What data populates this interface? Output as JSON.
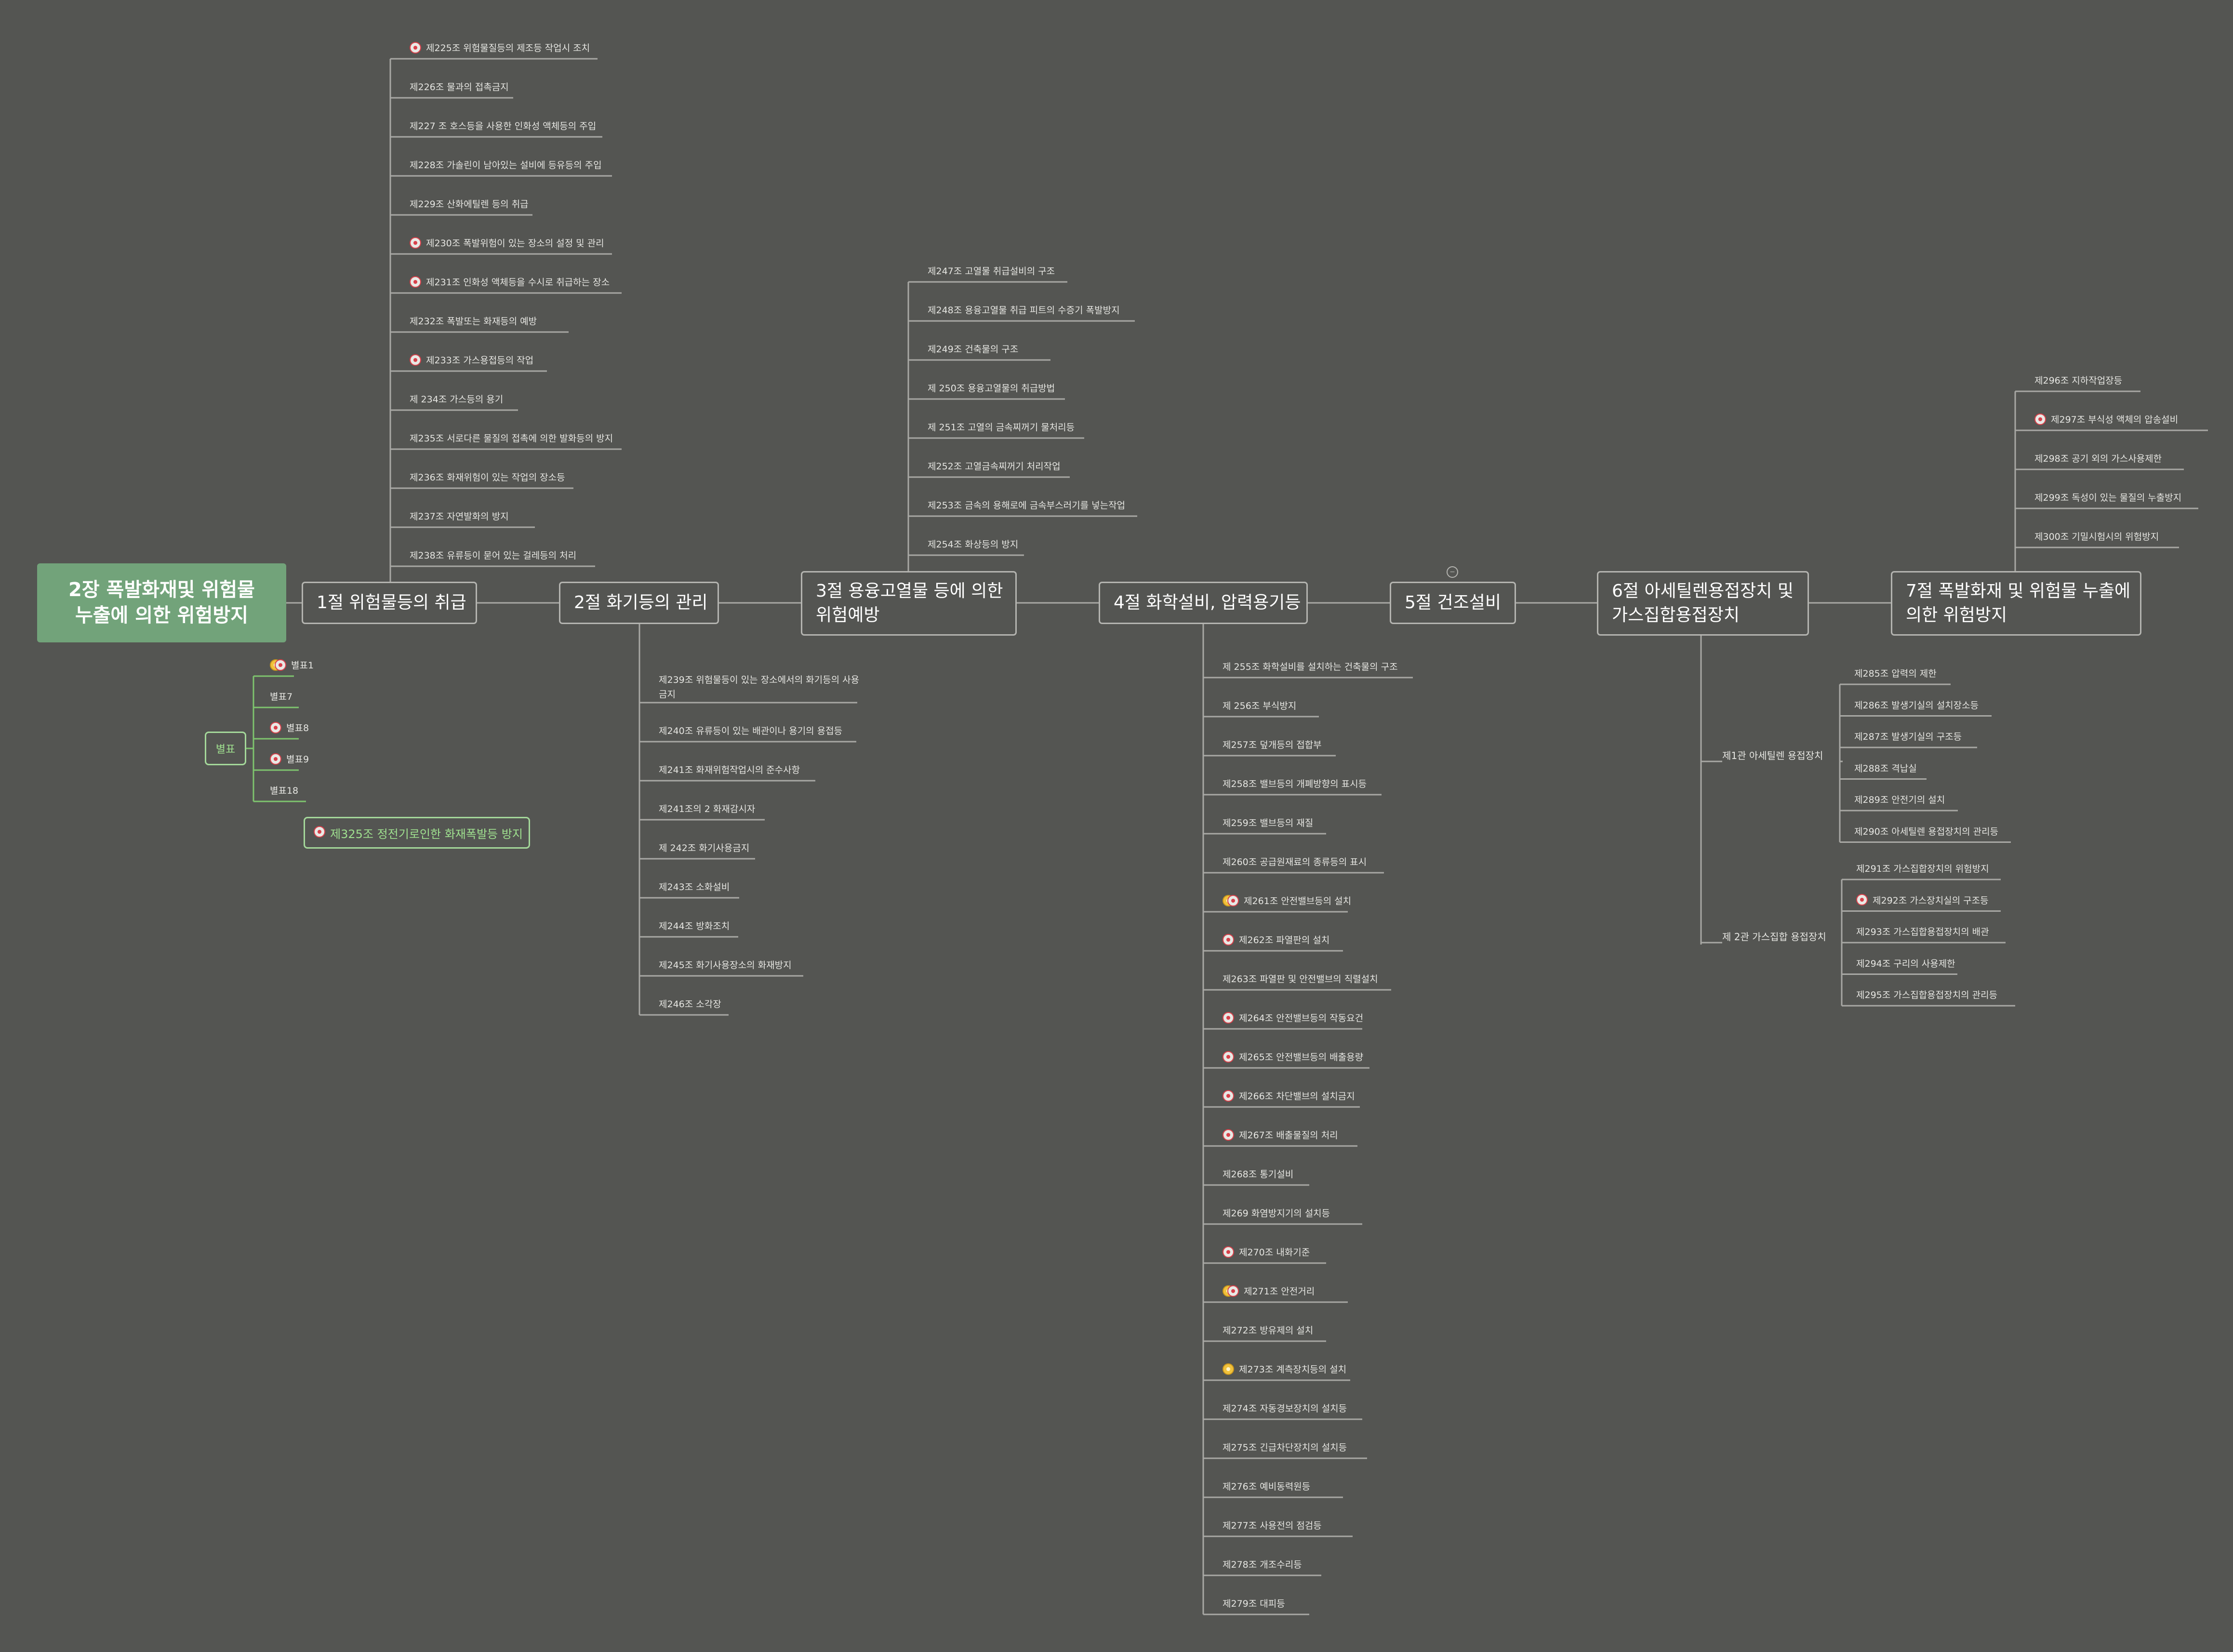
{
  "root": {
    "line1": "2장 폭발화재및 위험물",
    "line2": "누출에 의한 위험방지"
  },
  "sections": {
    "s1": "1절 위험물등의 취급",
    "s2": "2절 화기등의 관리",
    "s3_1": "3절 용융고열물 등에 의한",
    "s3_2": "위험예방",
    "s4": "4절 화학설비, 압력용기등",
    "s5": "5절 건조설비",
    "s6_1": "6절 아세틸렌용접장치 및",
    "s6_2": "가스집합용접장치",
    "s7_1": "7절 폭발화재 및 위험물 누출에",
    "s7_2": "의한 위험방지"
  },
  "s1_items": [
    {
      "text": "제225조 위험물질등의 제조등 작업시 조치",
      "icon": "red"
    },
    {
      "text": "제226조 물과의 접촉금지",
      "icon": ""
    },
    {
      "text": "제227 조 호스등을 사용한 인화성 액체등의 주입",
      "icon": ""
    },
    {
      "text": "제228조 가솔린이 남아있는 설비에 등유등의 주입",
      "icon": ""
    },
    {
      "text": "제229조 산화에틸렌 등의 취급",
      "icon": ""
    },
    {
      "text": "제230조 폭발위험이 있는 장소의 설정 및 관리",
      "icon": "red"
    },
    {
      "text": "제231조 인화성 액체등을 수시로 취급하는 장소",
      "icon": "red"
    },
    {
      "text": "제232조 폭발또는 화재등의 예방",
      "icon": ""
    },
    {
      "text": "제233조 가스용접등의 작업",
      "icon": "red"
    },
    {
      "text": "제 234조 가스등의 용기",
      "icon": ""
    },
    {
      "text": "제235조 서로다른 물질의 접촉에 의한 발화등의 방지",
      "icon": ""
    },
    {
      "text": "제236조 화재위험이 있는 작업의 장소등",
      "icon": ""
    },
    {
      "text": "제237조 자연발화의 방지",
      "icon": ""
    },
    {
      "text": "제238조 유류등이 묻어 있는 걸레등의 처리",
      "icon": ""
    }
  ],
  "s2_items": [
    {
      "text": "제239조 위험물등이 있는 장소에서의 화기등의 사용금지",
      "icon": ""
    },
    {
      "text": "제240조 유류등이 있는 배관이나 용기의 용접등",
      "icon": ""
    },
    {
      "text": "제241조 화재위험작업시의 준수사항",
      "icon": ""
    },
    {
      "text": "제241조의 2 화재감시자",
      "icon": ""
    },
    {
      "text": "제 242조 화기사용금지",
      "icon": ""
    },
    {
      "text": "제243조 소화설비",
      "icon": ""
    },
    {
      "text": "제244조 방화조치",
      "icon": ""
    },
    {
      "text": "제245조 화기사용장소의 화재방지",
      "icon": ""
    },
    {
      "text": "제246조 소각장",
      "icon": ""
    }
  ],
  "s3_items": [
    {
      "text": "제247조 고열물 취급설비의 구조",
      "icon": ""
    },
    {
      "text": "제248조 용융고열물 취급 피트의 수증기 폭발방지",
      "icon": ""
    },
    {
      "text": "제249조 건축물의 구조",
      "icon": ""
    },
    {
      "text": "제 250조 용융고열물의 취급방법",
      "icon": ""
    },
    {
      "text": "제 251조 고열의 금속찌꺼기 물처리등",
      "icon": ""
    },
    {
      "text": "제252조 고열금속찌꺼기 처리작업",
      "icon": ""
    },
    {
      "text": "제253조 금속의 용해로에 금속부스러기를 넣는작업",
      "icon": ""
    },
    {
      "text": "제254조 화상등의 방지",
      "icon": ""
    }
  ],
  "s4_items": [
    {
      "text": "제 255조 화학설비를 설치하는 건축물의 구조",
      "icon": ""
    },
    {
      "text": "제 256조 부식방지",
      "icon": ""
    },
    {
      "text": "제257조 덮개등의 접합부",
      "icon": ""
    },
    {
      "text": "제258조 밸브등의 개폐방향의 표시등",
      "icon": ""
    },
    {
      "text": "제259조 밸브등의 재질",
      "icon": ""
    },
    {
      "text": "제260조 공급원재료의 종류등의 표시",
      "icon": ""
    },
    {
      "text": "제261조 안전밸브등의 설치",
      "icon": "both"
    },
    {
      "text": "제262조 파열판의 설치",
      "icon": "red"
    },
    {
      "text": "제263조 파열판 및 안전밸브의 직렬설치",
      "icon": ""
    },
    {
      "text": "제264조 안전밸브등의 작동요건",
      "icon": "red"
    },
    {
      "text": "제265조 안전밸브등의 배출용량",
      "icon": "red"
    },
    {
      "text": "제266조 차단밸브의 설치금지",
      "icon": "red"
    },
    {
      "text": "제267조 배출물질의 처리",
      "icon": "red"
    },
    {
      "text": "제268조 통기설비",
      "icon": ""
    },
    {
      "text": "제269 화염방지기의 설치등",
      "icon": ""
    },
    {
      "text": "제270조 내화기준",
      "icon": "red"
    },
    {
      "text": "제271조 안전거리",
      "icon": "both"
    },
    {
      "text": "제272조 방유제의 설치",
      "icon": ""
    },
    {
      "text": "제273조 계측장치등의 설치",
      "icon": "yel"
    },
    {
      "text": "제274조 자동경보장치의 설치등",
      "icon": ""
    },
    {
      "text": "제275조 긴급차단장치의 설치등",
      "icon": ""
    },
    {
      "text": "제276조 예비동력원등",
      "icon": ""
    },
    {
      "text": "제277조 사용전의 점검등",
      "icon": ""
    },
    {
      "text": "제278조 개조수리등",
      "icon": ""
    },
    {
      "text": "제279조 대피등",
      "icon": ""
    }
  ],
  "s6_sub1": "제1관 아세틸렌 용접장치",
  "s6_sub1_items": [
    {
      "text": "제285조 압력의 제한",
      "icon": ""
    },
    {
      "text": "제286조 발생기실의 설치장소등",
      "icon": ""
    },
    {
      "text": "제287조 발생기실의 구조등",
      "icon": ""
    },
    {
      "text": "제288조 격납실",
      "icon": ""
    },
    {
      "text": "제289조 안전기의 설치",
      "icon": ""
    },
    {
      "text": "제290조 아세틸렌 용접장치의 관리등",
      "icon": ""
    }
  ],
  "s6_sub2": "제 2관 가스집합 용접장치",
  "s6_sub2_items": [
    {
      "text": "제291조 가스집합장치의 위험방지",
      "icon": ""
    },
    {
      "text": "제292조 가스장치실의 구조등",
      "icon": "red"
    },
    {
      "text": "제293조 가스집합용접장치의 배관",
      "icon": ""
    },
    {
      "text": "제294조 구리의 사용제한",
      "icon": ""
    },
    {
      "text": "제295조 가스집합용접장치의 관리등",
      "icon": ""
    }
  ],
  "s7_items": [
    {
      "text": "제296조 지하작업장등",
      "icon": ""
    },
    {
      "text": "제297조 부식성 액체의 압송설비",
      "icon": "red"
    },
    {
      "text": "제298조 공기 외의 가스사용제한",
      "icon": ""
    },
    {
      "text": "제299조 독성이 있는 물질의 누출방지",
      "icon": ""
    },
    {
      "text": "제300조 기밀시험시의 위험방지",
      "icon": ""
    }
  ],
  "byulpyo": {
    "label": "별표",
    "items": [
      {
        "text": "별표1",
        "icon": "both"
      },
      {
        "text": "별표7",
        "icon": ""
      },
      {
        "text": "별표8",
        "icon": "red"
      },
      {
        "text": "별표9",
        "icon": "red"
      },
      {
        "text": "별표18",
        "icon": ""
      }
    ]
  },
  "floating": {
    "text": "제325조 정전기로인한 화재폭발등 방지",
    "icon": "red"
  },
  "colors": {
    "background": "#545552",
    "root_fill": "#72a37a",
    "section_border": "#b4b4b0",
    "branch_line": "#a8a8a4",
    "green_line": "#7ec46e",
    "green_text": "#9fe08f",
    "marker_red": "#d8404a",
    "marker_yellow": "#f0c23c"
  }
}
